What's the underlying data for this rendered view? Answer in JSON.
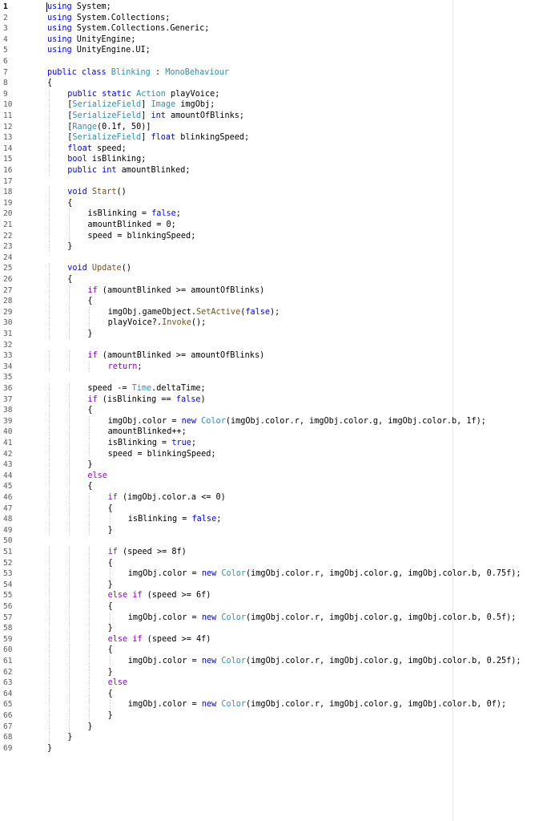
{
  "editor": {
    "language": "csharp",
    "active_line": 1,
    "colors": {
      "keyword": "#0000ff",
      "control_keyword": "#8f08c4",
      "type": "#2b91af",
      "method": "#74531f",
      "plain": "#000000",
      "line_number": "#5a5a5a"
    },
    "lines": [
      {
        "n": "1",
        "indent": 0,
        "tokens": [
          [
            "kw",
            "using"
          ],
          [
            "pl",
            " System;"
          ]
        ]
      },
      {
        "n": "2",
        "indent": 0,
        "tokens": [
          [
            "kw",
            "using"
          ],
          [
            "pl",
            " System.Collections;"
          ]
        ]
      },
      {
        "n": "3",
        "indent": 0,
        "tokens": [
          [
            "kw",
            "using"
          ],
          [
            "pl",
            " System.Collections.Generic;"
          ]
        ]
      },
      {
        "n": "4",
        "indent": 0,
        "tokens": [
          [
            "kw",
            "using"
          ],
          [
            "pl",
            " UnityEngine;"
          ]
        ]
      },
      {
        "n": "5",
        "indent": 0,
        "tokens": [
          [
            "kw",
            "using"
          ],
          [
            "pl",
            " UnityEngine.UI;"
          ]
        ]
      },
      {
        "n": "6",
        "indent": 0,
        "tokens": []
      },
      {
        "n": "7",
        "indent": 0,
        "tokens": [
          [
            "kw",
            "public class"
          ],
          [
            "pl",
            " "
          ],
          [
            "ty",
            "Blinking"
          ],
          [
            "pl",
            " : "
          ],
          [
            "ty",
            "MonoBehaviour"
          ]
        ]
      },
      {
        "n": "8",
        "indent": 0,
        "tokens": [
          [
            "pl",
            "{"
          ]
        ]
      },
      {
        "n": "9",
        "indent": 1,
        "tokens": [
          [
            "kw",
            "public static"
          ],
          [
            "pl",
            " "
          ],
          [
            "ty",
            "Action"
          ],
          [
            "pl",
            " playVoice;"
          ]
        ]
      },
      {
        "n": "10",
        "indent": 1,
        "tokens": [
          [
            "pl",
            "["
          ],
          [
            "ty",
            "SerializeField"
          ],
          [
            "pl",
            "] "
          ],
          [
            "ty",
            "Image"
          ],
          [
            "pl",
            " imgObj;"
          ]
        ]
      },
      {
        "n": "11",
        "indent": 1,
        "tokens": [
          [
            "pl",
            "["
          ],
          [
            "ty",
            "SerializeField"
          ],
          [
            "pl",
            "] "
          ],
          [
            "kw",
            "int"
          ],
          [
            "pl",
            " amountOfBlinks;"
          ]
        ]
      },
      {
        "n": "12",
        "indent": 1,
        "tokens": [
          [
            "pl",
            "["
          ],
          [
            "ty",
            "Range"
          ],
          [
            "pl",
            "(0.1f, 50)]"
          ]
        ]
      },
      {
        "n": "13",
        "indent": 1,
        "tokens": [
          [
            "pl",
            "["
          ],
          [
            "ty",
            "SerializeField"
          ],
          [
            "pl",
            "] "
          ],
          [
            "kw",
            "float"
          ],
          [
            "pl",
            " blinkingSpeed;"
          ]
        ]
      },
      {
        "n": "14",
        "indent": 1,
        "tokens": [
          [
            "kw",
            "float"
          ],
          [
            "pl",
            " speed;"
          ]
        ]
      },
      {
        "n": "15",
        "indent": 1,
        "tokens": [
          [
            "kw",
            "bool"
          ],
          [
            "pl",
            " isBlinking;"
          ]
        ]
      },
      {
        "n": "16",
        "indent": 1,
        "tokens": [
          [
            "kw",
            "public int"
          ],
          [
            "pl",
            " amountBlinked;"
          ]
        ]
      },
      {
        "n": "17",
        "indent": 0,
        "tokens": []
      },
      {
        "n": "18",
        "indent": 1,
        "tokens": [
          [
            "kw",
            "void"
          ],
          [
            "pl",
            " "
          ],
          [
            "me",
            "Start"
          ],
          [
            "pl",
            "()"
          ]
        ]
      },
      {
        "n": "19",
        "indent": 1,
        "tokens": [
          [
            "pl",
            "{"
          ]
        ]
      },
      {
        "n": "20",
        "indent": 2,
        "tokens": [
          [
            "pl",
            "isBlinking = "
          ],
          [
            "kw",
            "false"
          ],
          [
            "pl",
            ";"
          ]
        ]
      },
      {
        "n": "21",
        "indent": 2,
        "tokens": [
          [
            "pl",
            "amountBlinked = 0;"
          ]
        ]
      },
      {
        "n": "22",
        "indent": 2,
        "tokens": [
          [
            "pl",
            "speed = blinkingSpeed;"
          ]
        ]
      },
      {
        "n": "23",
        "indent": 1,
        "tokens": [
          [
            "pl",
            "}"
          ]
        ]
      },
      {
        "n": "24",
        "indent": 0,
        "tokens": []
      },
      {
        "n": "25",
        "indent": 1,
        "tokens": [
          [
            "kw",
            "void"
          ],
          [
            "pl",
            " "
          ],
          [
            "me",
            "Update"
          ],
          [
            "pl",
            "()"
          ]
        ]
      },
      {
        "n": "26",
        "indent": 1,
        "tokens": [
          [
            "pl",
            "{"
          ]
        ]
      },
      {
        "n": "27",
        "indent": 2,
        "tokens": [
          [
            "kw2",
            "if"
          ],
          [
            "pl",
            " (amountBlinked >= amountOfBlinks)"
          ]
        ]
      },
      {
        "n": "28",
        "indent": 2,
        "tokens": [
          [
            "pl",
            "{"
          ]
        ]
      },
      {
        "n": "29",
        "indent": 3,
        "tokens": [
          [
            "pl",
            "imgObj.gameObject."
          ],
          [
            "me",
            "SetActive"
          ],
          [
            "pl",
            "("
          ],
          [
            "kw",
            "false"
          ],
          [
            "pl",
            ");"
          ]
        ]
      },
      {
        "n": "30",
        "indent": 3,
        "tokens": [
          [
            "pl",
            "playVoice?."
          ],
          [
            "me",
            "Invoke"
          ],
          [
            "pl",
            "();"
          ]
        ]
      },
      {
        "n": "31",
        "indent": 2,
        "tokens": [
          [
            "pl",
            "}"
          ]
        ]
      },
      {
        "n": "32",
        "indent": 0,
        "tokens": []
      },
      {
        "n": "33",
        "indent": 2,
        "tokens": [
          [
            "kw2",
            "if"
          ],
          [
            "pl",
            " (amountBlinked >= amountOfBlinks)"
          ]
        ]
      },
      {
        "n": "34",
        "indent": 3,
        "tokens": [
          [
            "kw2",
            "return"
          ],
          [
            "pl",
            ";"
          ]
        ]
      },
      {
        "n": "35",
        "indent": 0,
        "tokens": []
      },
      {
        "n": "36",
        "indent": 2,
        "tokens": [
          [
            "pl",
            "speed -= "
          ],
          [
            "ty",
            "Time"
          ],
          [
            "pl",
            ".deltaTime;"
          ]
        ]
      },
      {
        "n": "37",
        "indent": 2,
        "tokens": [
          [
            "kw2",
            "if"
          ],
          [
            "pl",
            " (isBlinking == "
          ],
          [
            "kw",
            "false"
          ],
          [
            "pl",
            ")"
          ]
        ]
      },
      {
        "n": "38",
        "indent": 2,
        "tokens": [
          [
            "pl",
            "{"
          ]
        ]
      },
      {
        "n": "39",
        "indent": 3,
        "tokens": [
          [
            "pl",
            "imgObj.color = "
          ],
          [
            "kw",
            "new"
          ],
          [
            "pl",
            " "
          ],
          [
            "ty",
            "Color"
          ],
          [
            "pl",
            "(imgObj.color.r, imgObj.color.g, imgObj.color.b, 1f);"
          ]
        ]
      },
      {
        "n": "40",
        "indent": 3,
        "tokens": [
          [
            "pl",
            "amountBlinked++;"
          ]
        ]
      },
      {
        "n": "41",
        "indent": 3,
        "tokens": [
          [
            "pl",
            "isBlinking = "
          ],
          [
            "kw",
            "true"
          ],
          [
            "pl",
            ";"
          ]
        ]
      },
      {
        "n": "42",
        "indent": 3,
        "tokens": [
          [
            "pl",
            "speed = blinkingSpeed;"
          ]
        ]
      },
      {
        "n": "43",
        "indent": 2,
        "tokens": [
          [
            "pl",
            "}"
          ]
        ]
      },
      {
        "n": "44",
        "indent": 2,
        "tokens": [
          [
            "kw2",
            "else"
          ]
        ]
      },
      {
        "n": "45",
        "indent": 2,
        "tokens": [
          [
            "pl",
            "{"
          ]
        ]
      },
      {
        "n": "46",
        "indent": 3,
        "tokens": [
          [
            "kw2",
            "if"
          ],
          [
            "pl",
            " (imgObj.color.a <= 0)"
          ]
        ]
      },
      {
        "n": "47",
        "indent": 3,
        "tokens": [
          [
            "pl",
            "{"
          ]
        ]
      },
      {
        "n": "48",
        "indent": 4,
        "tokens": [
          [
            "pl",
            "isBlinking = "
          ],
          [
            "kw",
            "false"
          ],
          [
            "pl",
            ";"
          ]
        ]
      },
      {
        "n": "49",
        "indent": 3,
        "tokens": [
          [
            "pl",
            "}"
          ]
        ]
      },
      {
        "n": "50",
        "indent": 0,
        "tokens": []
      },
      {
        "n": "51",
        "indent": 3,
        "tokens": [
          [
            "kw2",
            "if"
          ],
          [
            "pl",
            " (speed >= 8f)"
          ]
        ]
      },
      {
        "n": "52",
        "indent": 3,
        "tokens": [
          [
            "pl",
            "{"
          ]
        ]
      },
      {
        "n": "53",
        "indent": 4,
        "tokens": [
          [
            "pl",
            "imgObj.color = "
          ],
          [
            "kw",
            "new"
          ],
          [
            "pl",
            " "
          ],
          [
            "ty",
            "Color"
          ],
          [
            "pl",
            "(imgObj.color.r, imgObj.color.g, imgObj.color.b, 0.75f);"
          ]
        ]
      },
      {
        "n": "54",
        "indent": 3,
        "tokens": [
          [
            "pl",
            "}"
          ]
        ]
      },
      {
        "n": "55",
        "indent": 3,
        "tokens": [
          [
            "kw2",
            "else if"
          ],
          [
            "pl",
            " (speed >= 6f)"
          ]
        ]
      },
      {
        "n": "56",
        "indent": 3,
        "tokens": [
          [
            "pl",
            "{"
          ]
        ]
      },
      {
        "n": "57",
        "indent": 4,
        "tokens": [
          [
            "pl",
            "imgObj.color = "
          ],
          [
            "kw",
            "new"
          ],
          [
            "pl",
            " "
          ],
          [
            "ty",
            "Color"
          ],
          [
            "pl",
            "(imgObj.color.r, imgObj.color.g, imgObj.color.b, 0.5f);"
          ]
        ]
      },
      {
        "n": "58",
        "indent": 3,
        "tokens": [
          [
            "pl",
            "}"
          ]
        ]
      },
      {
        "n": "59",
        "indent": 3,
        "tokens": [
          [
            "kw2",
            "else if"
          ],
          [
            "pl",
            " (speed >= 4f)"
          ]
        ]
      },
      {
        "n": "60",
        "indent": 3,
        "tokens": [
          [
            "pl",
            "{"
          ]
        ]
      },
      {
        "n": "61",
        "indent": 4,
        "tokens": [
          [
            "pl",
            "imgObj.color = "
          ],
          [
            "kw",
            "new"
          ],
          [
            "pl",
            " "
          ],
          [
            "ty",
            "Color"
          ],
          [
            "pl",
            "(imgObj.color.r, imgObj.color.g, imgObj.color.b, 0.25f);"
          ]
        ]
      },
      {
        "n": "62",
        "indent": 3,
        "tokens": [
          [
            "pl",
            "}"
          ]
        ]
      },
      {
        "n": "63",
        "indent": 3,
        "tokens": [
          [
            "kw2",
            "else"
          ]
        ]
      },
      {
        "n": "64",
        "indent": 3,
        "tokens": [
          [
            "pl",
            "{"
          ]
        ]
      },
      {
        "n": "65",
        "indent": 4,
        "tokens": [
          [
            "pl",
            "imgObj.color = "
          ],
          [
            "kw",
            "new"
          ],
          [
            "pl",
            " "
          ],
          [
            "ty",
            "Color"
          ],
          [
            "pl",
            "(imgObj.color.r, imgObj.color.g, imgObj.color.b, 0f);"
          ]
        ]
      },
      {
        "n": "66",
        "indent": 3,
        "tokens": [
          [
            "pl",
            "}"
          ]
        ]
      },
      {
        "n": "67",
        "indent": 2,
        "tokens": [
          [
            "pl",
            "}"
          ]
        ]
      },
      {
        "n": "68",
        "indent": 1,
        "tokens": [
          [
            "pl",
            "}"
          ]
        ]
      },
      {
        "n": "69",
        "indent": 0,
        "tokens": [
          [
            "pl",
            "}"
          ]
        ]
      }
    ]
  }
}
